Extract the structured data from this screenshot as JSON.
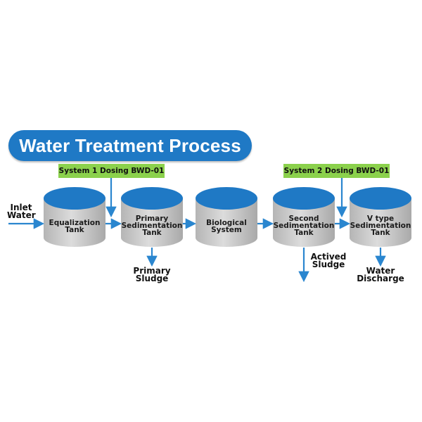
{
  "title": "Water Treatment Process",
  "dosing": {
    "system1": "System 1 Dosing BWD-01",
    "system2": "System 2 Dosing BWD-01"
  },
  "inlet": {
    "line1": "Inlet",
    "line2": "Water"
  },
  "tanks": [
    {
      "line1": "Equalization",
      "line2": "Tank",
      "line3": ""
    },
    {
      "line1": "Primary",
      "line2": "Sedimentation",
      "line3": "Tank"
    },
    {
      "line1": "Biological",
      "line2": "System",
      "line3": ""
    },
    {
      "line1": "Second",
      "line2": "Sedimentation",
      "line3": "Tank"
    },
    {
      "line1": "V type",
      "line2": "Sedimentation",
      "line3": "Tank"
    }
  ],
  "outputs": {
    "primary_sludge": {
      "line1": "Primary",
      "line2": "Sludge"
    },
    "actived_sludge": {
      "line1": "Actived",
      "line2": "Sludge"
    },
    "water_discharge": {
      "line1": "Water",
      "line2": "Discharge"
    }
  },
  "colors": {
    "title_bg": "#1f79c5",
    "tank_top": "#1f79c5",
    "tank_body": "#c8c8c8",
    "arrow": "#2a86cf",
    "dosing_bg": "#8bd14c"
  }
}
